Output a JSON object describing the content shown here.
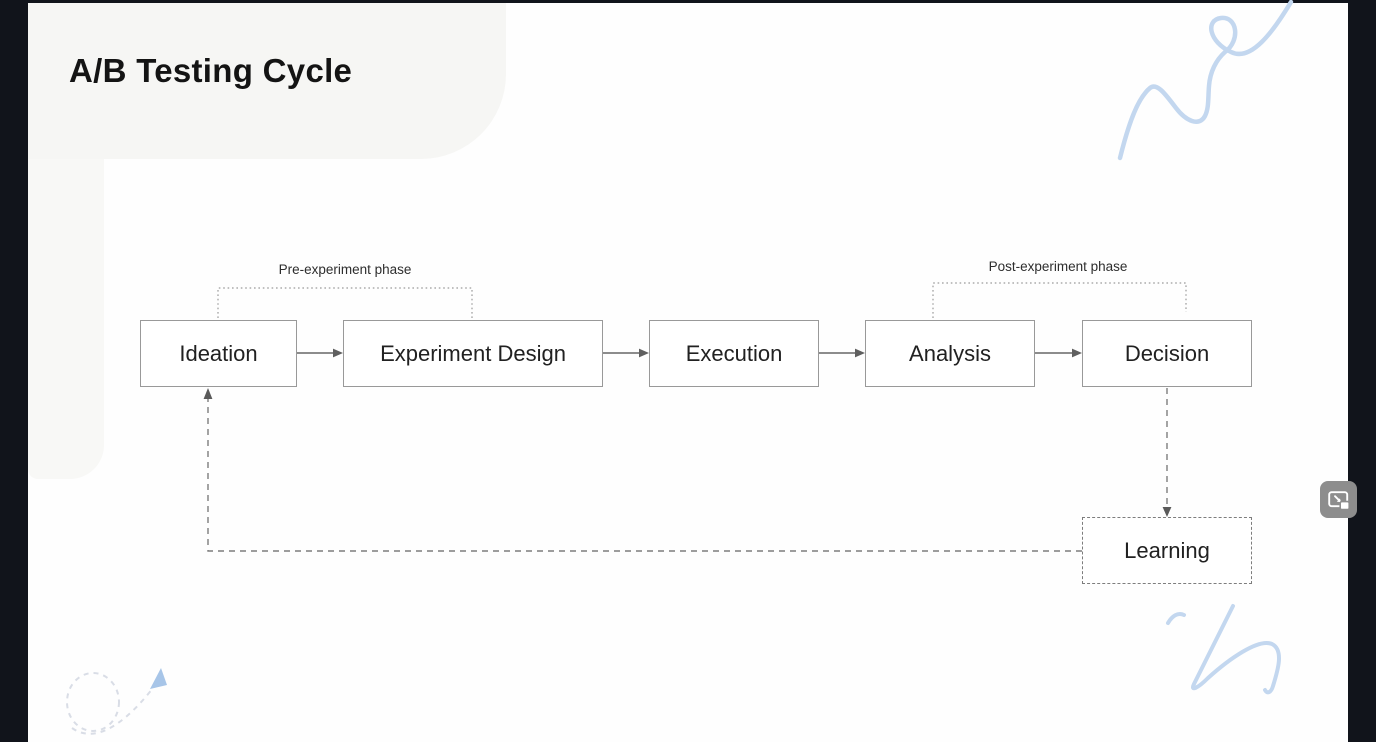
{
  "slide": {
    "title": "A/B Testing Cycle"
  },
  "diagram": {
    "nodes": [
      {
        "id": "ideation",
        "label": "Ideation",
        "border_style": "solid"
      },
      {
        "id": "experiment-design",
        "label": "Experiment Design",
        "border_style": "solid"
      },
      {
        "id": "execution",
        "label": "Execution",
        "border_style": "solid"
      },
      {
        "id": "analysis",
        "label": "Analysis",
        "border_style": "solid"
      },
      {
        "id": "decision",
        "label": "Decision",
        "border_style": "solid"
      },
      {
        "id": "learning",
        "label": "Learning",
        "border_style": "dashed"
      }
    ],
    "edges": [
      {
        "from": "Ideation",
        "to": "Experiment Design",
        "style": "solid-arrow"
      },
      {
        "from": "Experiment Design",
        "to": "Execution",
        "style": "solid-arrow"
      },
      {
        "from": "Execution",
        "to": "Analysis",
        "style": "solid-arrow"
      },
      {
        "from": "Analysis",
        "to": "Decision",
        "style": "solid-arrow"
      },
      {
        "from": "Decision",
        "to": "Learning",
        "style": "dashed-arrow"
      },
      {
        "from": "Learning",
        "to": "Ideation",
        "style": "dashed-arrow"
      }
    ],
    "annotations": [
      {
        "id": "pre-phase",
        "label": "Pre-experiment phase",
        "spans": [
          "Ideation",
          "Experiment Design"
        ]
      },
      {
        "id": "post-phase",
        "label": "Post-experiment phase",
        "spans": [
          "Analysis",
          "Decision"
        ]
      }
    ]
  },
  "overlay": {
    "pip_button_icon": "picture-in-picture-icon"
  },
  "colors": {
    "letterbox": "#11141b",
    "slide_bg": "#fefefe",
    "corner_blob": "#f6f6f4",
    "node_border": "#999999",
    "node_text": "#212121",
    "connector": "#666666",
    "dashed_connector": "#7d7d7d",
    "dotted_bracket": "#9a9a9a",
    "doodle_blue": "#c3d7ef",
    "doodle_arrow_blue": "#a7c5e8",
    "pip_button_bg": "#8d8d8d"
  }
}
